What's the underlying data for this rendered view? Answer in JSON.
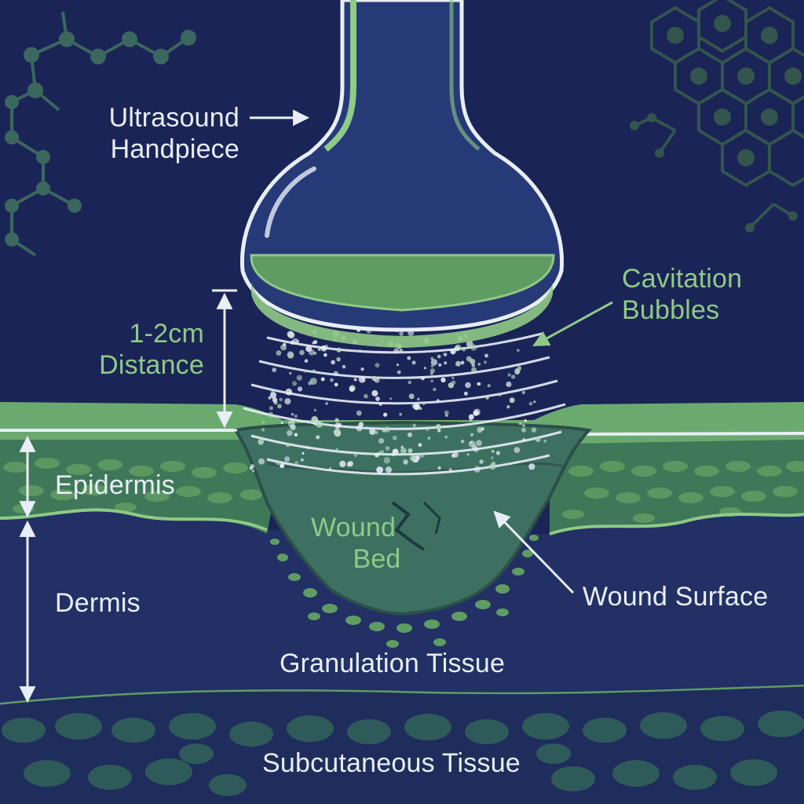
{
  "labels": {
    "handpiece_line1": "Ultrasound",
    "handpiece_line2": "Handpiece",
    "cavitation_line1": "Cavitation",
    "cavitation_line2": "Bubbles",
    "distance_line1": "1-2cm",
    "distance_line2": "Distance",
    "epidermis": "Epidermis",
    "dermis": "Dermis",
    "wound_bed_line1": "Wound",
    "wound_bed_line2": "Bed",
    "wound_surface": "Wound Surface",
    "granulation": "Granulation Tissue",
    "subcutaneous": "Subcutaneous Tissue"
  },
  "colors": {
    "background_navy": "#1b2456",
    "dermis_navy": "#223066",
    "skin_green": "#5f9c62",
    "accent_green": "#8fca86",
    "outline_light": "#e8eef7",
    "wound_teal": "#3d7060"
  },
  "icons": {
    "molecule_left": "molecule-network-icon",
    "molecule_right": "hexagon-molecule-icon"
  }
}
